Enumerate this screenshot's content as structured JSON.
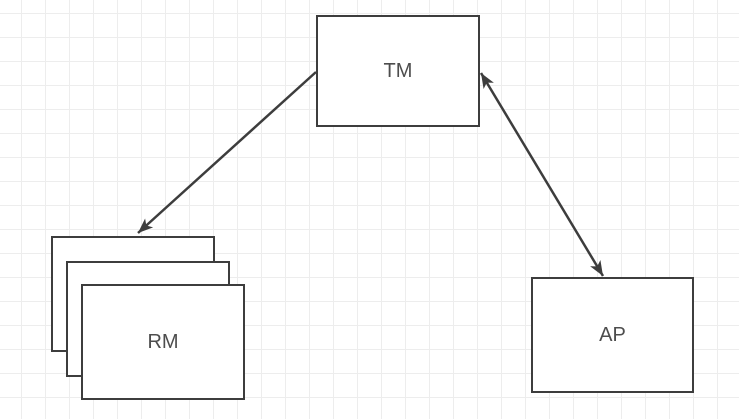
{
  "diagram": {
    "type": "node-edge-diagram",
    "nodes": [
      {
        "id": "tm",
        "label": "TM",
        "shape": "rectangle"
      },
      {
        "id": "rm",
        "label": "RM",
        "shape": "stacked-rectangles",
        "stack_count": 3
      },
      {
        "id": "ap",
        "label": "AP",
        "shape": "rectangle"
      }
    ],
    "edges": [
      {
        "from": "TM",
        "to": "RM",
        "direction": "one-way",
        "style": "solid-line-filled-arrow"
      },
      {
        "from": "TM",
        "to": "AP",
        "direction": "two-way",
        "style": "solid-line-filled-arrow"
      }
    ],
    "colors": {
      "background": "#ffffff",
      "grid_line": "#ededed",
      "shape_fill": "#ffffff",
      "shape_stroke": "#3d3d3d",
      "label_text": "#4d4d4d"
    }
  }
}
